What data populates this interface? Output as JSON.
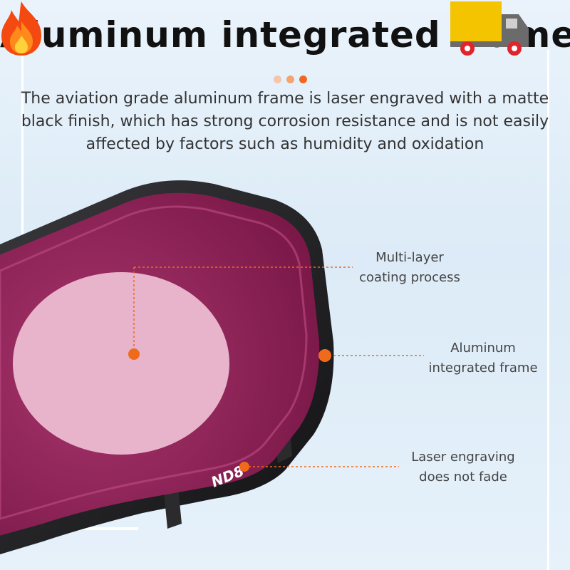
{
  "title": "Aluminum integrated frame",
  "description_lines": [
    "The aviation grade aluminum frame is laser engraved with a matte",
    "black finish, which has strong corrosion resistance and is not easily",
    "affected by factors such as humidity and oxidation"
  ],
  "engraving": "ND8",
  "callouts": {
    "coating": [
      "Multi-layer",
      "coating process"
    ],
    "frame": [
      "Aluminum",
      "integrated frame"
    ],
    "laser": [
      "Laser engraving",
      "does not fade"
    ]
  },
  "colors": {
    "accent": "#f06a1c",
    "filter_glass": "#8e1f55",
    "frame": "#1c1c1e"
  },
  "icons": [
    "fire-icon",
    "delivery-truck-icon"
  ]
}
